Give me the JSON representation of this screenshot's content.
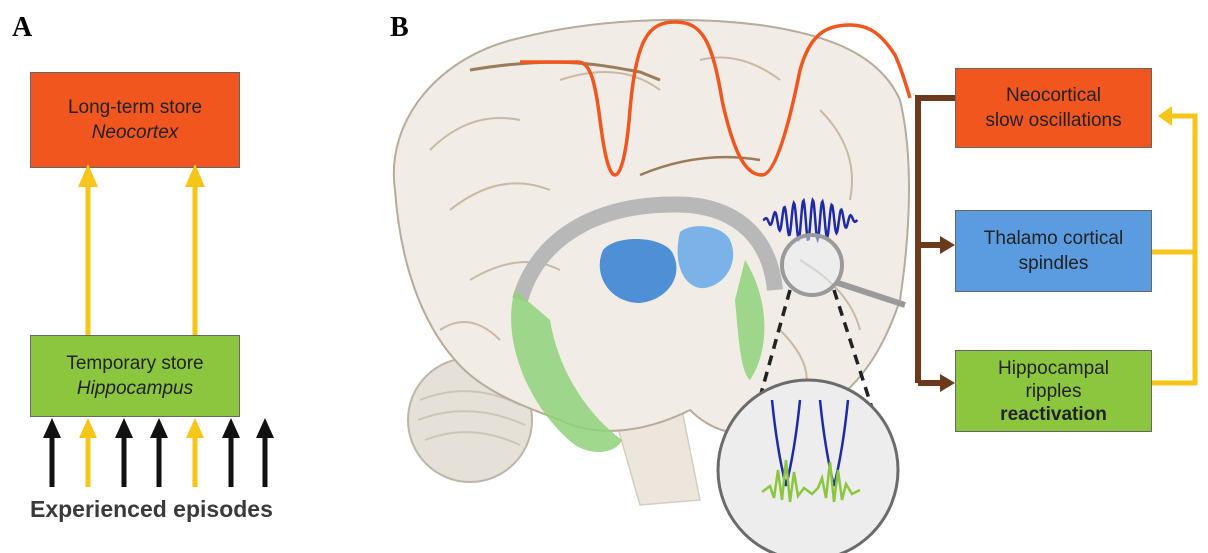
{
  "panel_a": {
    "letter": "A",
    "long_term_box": {
      "line1": "Long-term store",
      "line2": "Neocortex",
      "color": "#f0561e"
    },
    "temporary_box": {
      "line1": "Temporary store",
      "line2": "Hippocampus",
      "color": "#8cc63f"
    },
    "caption": "Experienced episodes",
    "input_arrows": [
      "black",
      "yellow",
      "black",
      "black",
      "yellow",
      "black",
      "black"
    ]
  },
  "panel_b": {
    "letter": "B",
    "boxes": [
      {
        "line1": "Neocortical",
        "line2": "slow oscillations",
        "line3": "",
        "color": "#f0561e"
      },
      {
        "line1": "Thalamo cortical",
        "line2": "spindles",
        "line3": "",
        "color": "#5b9be0"
      },
      {
        "line1": "Hippocampal",
        "line2": "ripples",
        "line3": "reactivation",
        "color": "#8cc63f"
      }
    ]
  },
  "colors": {
    "yellow_arrow": "#f5c518",
    "brown_arrow": "#6b3a1c",
    "slow_oscillation": "#f0561e",
    "spindle": "#1e2aa8",
    "ripple": "#8cc63f"
  }
}
